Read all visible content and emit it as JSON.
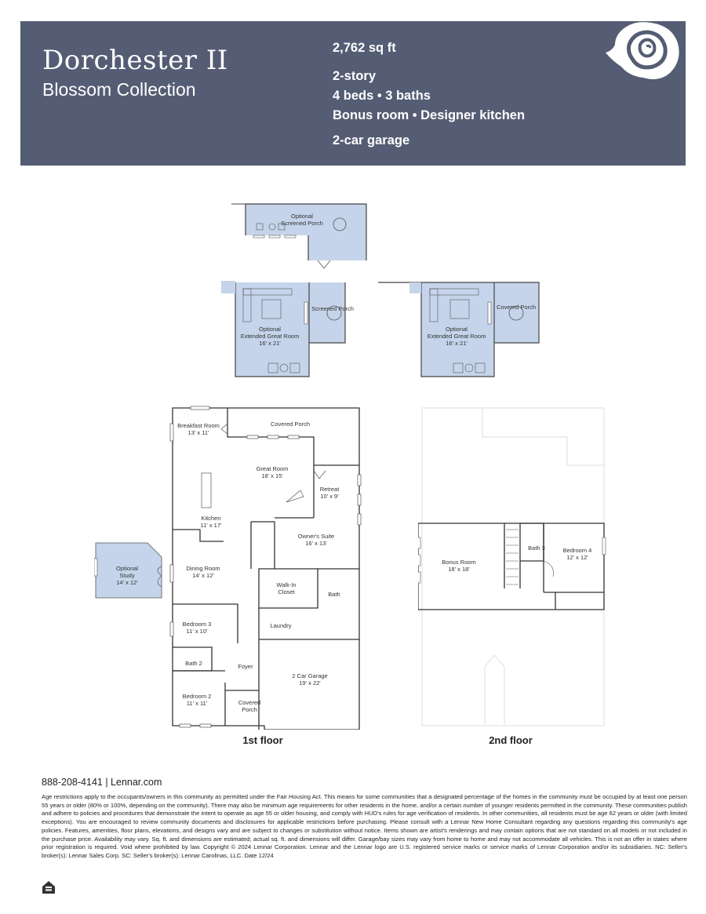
{
  "header": {
    "model_name": "Dorchester II",
    "collection": "Blossom Collection",
    "specs": {
      "sqft": "2,762 sq ft",
      "stories": "2-story",
      "beds_baths": "4 beds  •  3 baths",
      "features": "Bonus room  •  Designer kitchen",
      "garage": "2-car garage"
    },
    "logo_icon": "rose-icon",
    "banner_color": "#545d74"
  },
  "options": {
    "screened_porch_option": {
      "label_line1": "Optional",
      "label_line2": "Screened Porch"
    },
    "extended_great_room_a": {
      "label_line1": "Optional",
      "label_line2": "Extended Great Room",
      "dims": "16' x 21'",
      "porch_label": "Screened Porch"
    },
    "extended_great_room_b": {
      "label_line1": "Optional",
      "label_line2": "Extended Great Room",
      "dims": "16' x 21'",
      "porch_label": "Covered Porch"
    },
    "optional_study": {
      "label_line1": "Optional",
      "label_line2": "Study",
      "dims": "14' x 12'"
    },
    "option_fill_color": "#c5d4ea"
  },
  "first_floor": {
    "label": "1st floor",
    "rooms": [
      {
        "name": "Breakfast Room",
        "dims": "13' x 11'"
      },
      {
        "name": "Covered Porch",
        "dims": ""
      },
      {
        "name": "Great Room",
        "dims": "18' x 15'"
      },
      {
        "name": "Retreat",
        "dims": "10' x 9'"
      },
      {
        "name": "Kitchen",
        "dims": "11' x 17'"
      },
      {
        "name": "Owner's Suite",
        "dims": "16' x 13'"
      },
      {
        "name": "Dining Room",
        "dims": "14' x 12'"
      },
      {
        "name": "Walk-In",
        "dims": "Closet"
      },
      {
        "name": "Bath",
        "dims": ""
      },
      {
        "name": "Bedroom 3",
        "dims": "11' x 10'"
      },
      {
        "name": "Laundry",
        "dims": ""
      },
      {
        "name": "Bath 2",
        "dims": ""
      },
      {
        "name": "Foyer",
        "dims": ""
      },
      {
        "name": "2 Car Garage",
        "dims": "19' x 22'"
      },
      {
        "name": "Bedroom 2",
        "dims": "11' x 11'"
      },
      {
        "name": "Covered",
        "dims": "Porch"
      }
    ]
  },
  "second_floor": {
    "label": "2nd floor",
    "rooms": [
      {
        "name": "Bonus Room",
        "dims": "18' x 18'"
      },
      {
        "name": "Bath 3",
        "dims": ""
      },
      {
        "name": "Bedroom 4",
        "dims": "12' x 12'"
      }
    ]
  },
  "footer": {
    "contact": "888-208-4141  |  Lennar.com",
    "legal": "Age restrictions apply to the occupants/owners in this community as permitted under the Fair Housing Act. This means for some communities that a designated percentage of the homes in the community must be occupied by at least one person 55 years or older (80% or 100%, depending on the community). There may also be minimum age requirements for other residents in the home, and/or a certain number of younger residents permitted in the community. These communities publish and adhere to policies and procedures that demonstrate the intent to operate as age 55 or older housing, and comply with HUD's rules for age verification of residents. In other communities, all residents must be age 62 years or older (with limited exceptions). You are encouraged to review community documents and disclosures for applicable restrictions before purchasing. Please consult with a Lennar New Home Consultant regarding any questions regarding this community's age policies. Features, amenities, floor plans, elevations, and designs vary and are subject to changes or substitution without notice. Items shown are artist's renderings and may contain options that are not standard on all models or not included in the purchase price. Availability may vary. Sq. ft. and dimensions are estimated; actual sq. ft. and dimensions will differ. Garage/bay sizes may vary from home to home and may not accommodate all vehicles. This is not an offer in states where prior registration is required. Void where prohibited by law. Copyright © 2024 Lennar Corporation. Lennar and the Lennar logo are U.S. registered service marks or service marks of Lennar Corporation and/or its subsidiaries. NC: Seller's broker(s): Lennar Sales Corp. SC: Seller's broker(s): Lennar Carolinas, LLC. Date 12/24",
    "equal_housing_icon": "equal-housing-icon"
  }
}
